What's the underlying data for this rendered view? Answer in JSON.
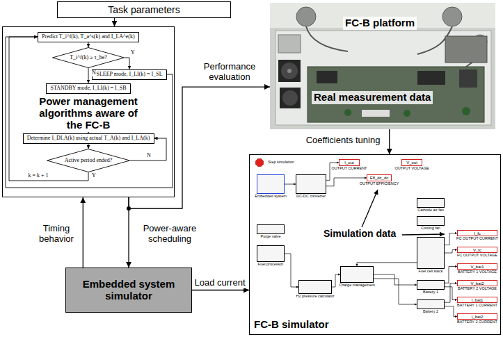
{
  "diagram": {
    "nodes": [
      {
        "text": [
          "Task parameters"
        ]
      },
      {
        "text": [
          "Power management algorithms aware of the FC-B"
        ]
      },
      {
        "text": [
          "Predict T_i^f(k), T_a^s(k) and I_LA^e(k)"
        ],
        "in": 1
      },
      {
        "text": [
          "T_i^f(k) ≥ τ_be?"
        ],
        "in": 1
      },
      {
        "text": [
          "SLEEP mode, I_LI(k) = I_SL"
        ],
        "in": 1
      },
      {
        "text": [
          "STANDBY mode, I_LI(k) = I_SB"
        ],
        "in": 1
      },
      {
        "text": [
          "Determine I_DLA(k) using actual T_A(k) and I_LA(k)"
        ],
        "in": 1
      },
      {
        "text": [
          "Active period ended?"
        ],
        "in": 1
      },
      {
        "text": [
          "FC-B platform",
          "Real measurement data"
        ]
      },
      {
        "text": [
          "Embedded system simulator"
        ]
      },
      {
        "text": [
          "FC-B simulator",
          "Simulation data"
        ]
      },
      {
        "text": [
          "Embedded system"
        ],
        "in": 10
      },
      {
        "text": [
          "DC-DC converter"
        ],
        "in": 10
      },
      {
        "text": [
          "I_out",
          "OUTPUT CURRENT"
        ],
        "in": 10
      },
      {
        "text": [
          "Eff_dc_dc",
          "OUTPUT EFFICIENCY"
        ],
        "in": 10
      },
      {
        "text": [
          "V_out",
          "OUTPUT VOLTAGE"
        ],
        "in": 10
      },
      {
        "text": [
          "Purge valve"
        ],
        "in": 10
      },
      {
        "text": [
          "Fuel processor"
        ],
        "in": 10
      },
      {
        "text": [
          "H2 pressure calculator"
        ],
        "in": 10
      },
      {
        "text": [
          "Charge management"
        ],
        "in": 10
      },
      {
        "text": [
          "Cathode air fan"
        ],
        "in": 10
      },
      {
        "text": [
          "Cooling fan"
        ],
        "in": 10
      },
      {
        "text": [
          "Fuel cell stack"
        ],
        "in": 10
      },
      {
        "text": [
          "Battery 1"
        ],
        "in": 10
      },
      {
        "text": [
          "Battery 2"
        ],
        "in": 10
      },
      {
        "text": [
          "I_fc",
          "FC OUTPUT CURRENT"
        ],
        "in": 10
      },
      {
        "text": [
          "V_fc",
          "FC OUTPUT VOLTAGE"
        ],
        "in": 10
      },
      {
        "text": [
          "V_bat1",
          "BATTERY 1 VOLTAGE"
        ],
        "in": 10
      },
      {
        "text": [
          "V_bat2",
          "BATTERY 2 VOLTAGE"
        ],
        "in": 10
      },
      {
        "text": [
          "I_bat1",
          "BATTERY 1 CURRENT"
        ],
        "in": 10
      },
      {
        "text": [
          "I_bat2",
          "BATTERY 2 CURRENT"
        ],
        "in": 10
      }
    ],
    "edges": [
      {
        "from": 0,
        "to": 1,
        "arrow": "to"
      },
      {
        "from": 1,
        "to": 9,
        "label": "Power-aware scheduling",
        "arrow": "to"
      },
      {
        "from": 1,
        "to": 8,
        "label": "Performance evaluation",
        "arrow": "to"
      },
      {
        "from": 9,
        "to": 1,
        "label": "Timing behavior",
        "arrow": "to"
      },
      {
        "from": 9,
        "to": 10,
        "label": "Load current",
        "arrow": "to"
      },
      {
        "from": 8,
        "to": 10,
        "label": "Coefficients tuning",
        "arrow": "to"
      },
      {
        "from": 2,
        "to": 3,
        "arrow": "to"
      },
      {
        "from": 3,
        "to": 4,
        "label": "Y",
        "arrow": "to"
      },
      {
        "from": 3,
        "to": 5,
        "label": "N",
        "arrow": "to"
      },
      {
        "from": 5,
        "to": 6,
        "arrow": "to"
      },
      {
        "from": 6,
        "to": 7,
        "arrow": "to"
      },
      {
        "from": 7,
        "to": 6,
        "label": "N",
        "arrow": "to"
      },
      {
        "from": 7,
        "to": 2,
        "label": "Y",
        "arrow": "to"
      },
      {
        "from": 4,
        "to": 2,
        "arrow": "to"
      },
      {
        "from": 11,
        "to": 12,
        "arrow": "to"
      },
      {
        "from": 12,
        "to": 13,
        "arrow": "to"
      },
      {
        "from": 12,
        "to": 14,
        "arrow": "to"
      },
      {
        "from": 19,
        "to": 23,
        "arrow": "to"
      },
      {
        "from": 19,
        "to": 24,
        "arrow": "to"
      },
      {
        "from": 22,
        "to": 25,
        "arrow": "to"
      },
      {
        "from": 22,
        "to": 26,
        "arrow": "to"
      },
      {
        "from": 23,
        "to": 27,
        "arrow": "to"
      },
      {
        "from": 23,
        "to": 29,
        "arrow": "to"
      },
      {
        "from": 24,
        "to": 28,
        "arrow": "to"
      },
      {
        "from": 24,
        "to": 30,
        "arrow": "to"
      },
      {
        "from": 17,
        "to": 18,
        "arrow": "to"
      },
      {
        "from": 18,
        "to": 19,
        "arrow": "to"
      },
      {
        "from": 22,
        "to": 19,
        "arrow": "to"
      }
    ],
    "labels": [
      "k = k + 1",
      "Step simulation"
    ]
  }
}
